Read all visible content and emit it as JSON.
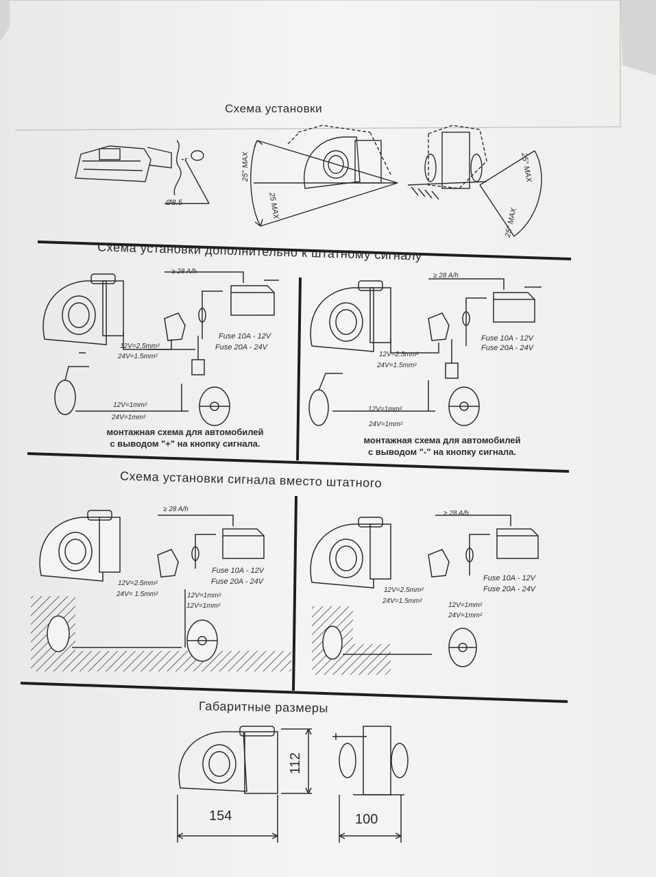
{
  "sections": {
    "install_title": "Схема установки",
    "additional_title": "Схема установки дополнительно к штатному сигналу",
    "replace_title": "Схема установки сигнала вместо штатного",
    "dimensions_title": "Габаритные размеры"
  },
  "install": {
    "hole_diameter": "Ø8.5",
    "angle_label": "25° MAX",
    "angle_label_b": "25 MAX"
  },
  "panel_plus": {
    "battery": "≥ 28 A/h",
    "fuse_12": "Fuse 10A - 12V",
    "fuse_24": "Fuse 20A - 24V",
    "wire_12_thick": "12V=2.5mm²",
    "wire_24_thick": "24V=1.5mm²",
    "wire_12_thin": "12V=1mm²",
    "wire_24_thin": "24V=1mm²",
    "caption_1": "монтажная схема для автомобилей",
    "caption_2": "с выводом \"+\" на кнопку сигнала."
  },
  "panel_minus": {
    "battery": "≥ 28 A/h",
    "fuse_12": "Fuse 10A - 12V",
    "fuse_24": "Fuse 20A - 24V",
    "wire_12_thick": "12V=2.5mm²",
    "wire_24_thick": "24V=1.5mm²",
    "wire_12_thin": "12V=1mm²",
    "wire_24_thin": "24V=1mm²",
    "caption_1": "монтажная схема для автомобилей",
    "caption_2": "с выводом \"-\" на кнопку сигнала."
  },
  "panel_replace_left": {
    "battery": "≥ 28 A/h",
    "fuse_12": "Fuse 10A - 12V",
    "fuse_24": "Fuse 20A - 24V",
    "wire_12_thick": "12V=2.5mm²",
    "wire_24_thick": "24V= 1.5mm²",
    "wire_12_thin_a": "12V=1mm²",
    "wire_12_thin_b": "12V=1mm²"
  },
  "panel_replace_right": {
    "battery": "≥ 28 A/h",
    "fuse_12": "Fuse 10A - 12V",
    "fuse_24": "Fuse 20A - 24V",
    "wire_12_thick": "12V=2.5mm²",
    "wire_24_thick": "24V=1.5mm²",
    "wire_12_thin": "12V=1mm²",
    "wire_24_thin": "24V=1mm²"
  },
  "dimensions": {
    "length": "154",
    "width": "100",
    "height": "112"
  },
  "colors": {
    "paper": "#f4f4f2",
    "ink": "#1e1e1e",
    "background": "#cfcfcf"
  }
}
